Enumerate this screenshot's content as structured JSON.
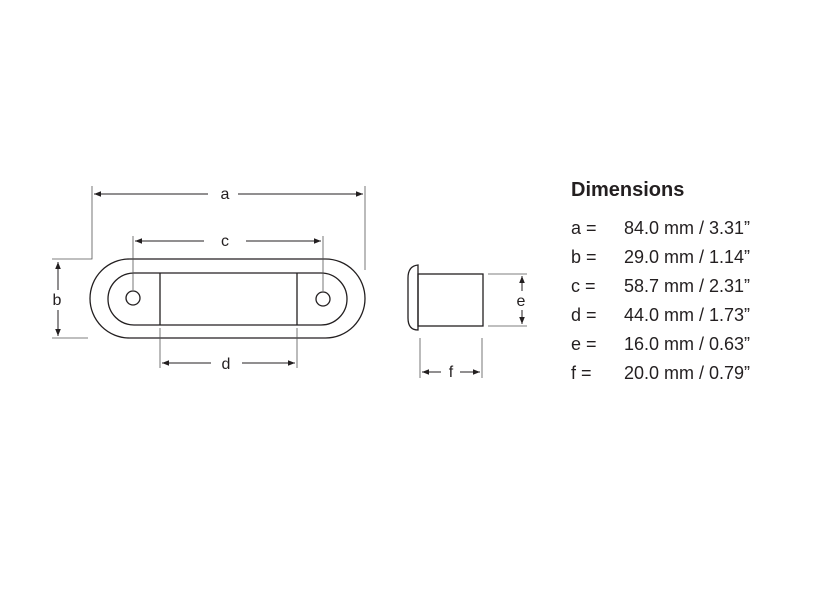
{
  "diagram": {
    "front_view_labels": {
      "a": "a",
      "b": "b",
      "c": "c",
      "d": "d"
    },
    "side_view_labels": {
      "e": "e",
      "f": "f"
    },
    "colors": {
      "line": "#231f20",
      "extension_line": "#555555"
    }
  },
  "dimensions": {
    "title": "Dimensions",
    "rows": [
      {
        "key": "a =",
        "value": "84.0 mm / 3.31”"
      },
      {
        "key": "b =",
        "value": "29.0 mm / 1.14”"
      },
      {
        "key": "c =",
        "value": "58.7 mm / 2.31”"
      },
      {
        "key": "d =",
        "value": "44.0 mm / 1.73”"
      },
      {
        "key": "e =",
        "value": "16.0 mm / 0.63”"
      },
      {
        "key": "f =",
        "value": "20.0 mm / 0.79”"
      }
    ]
  }
}
